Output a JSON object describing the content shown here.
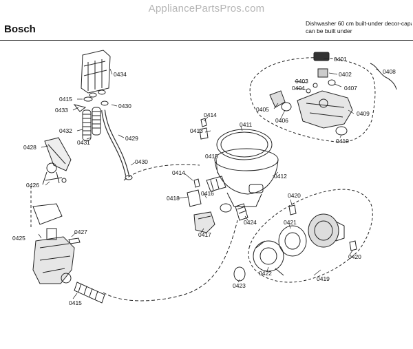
{
  "watermark": "AppliancePartsPros.com",
  "brand": "Bosch",
  "description": [
    "Dishwasher 60 cm built-under decor-capab",
    "can be built under"
  ],
  "parts": {
    "p0401": "0401",
    "p0402": "0402",
    "p0403": "0403",
    "p0404": "0404",
    "p0405": "0405",
    "p0406": "0406",
    "p0407": "0407",
    "p0408": "0408",
    "p0409": "0409",
    "p0410": "0410",
    "p0411": "0411",
    "p0412": "0412",
    "p0413": "0413",
    "p0414a": "0414",
    "p0414b": "0414",
    "p0415a": "0415",
    "p0415b": "0415",
    "p0415c": "0415",
    "p0416": "0416",
    "p0417": "0417",
    "p0418": "0418",
    "p0419": "0419",
    "p0420a": "0420",
    "p0420b": "0420",
    "p0421": "0421",
    "p0422": "0422",
    "p0423": "0423",
    "p0424": "0424",
    "p0425": "0425",
    "p0426": "0426",
    "p0427": "0427",
    "p0428": "0428",
    "p0429": "0429",
    "p0430a": "0430",
    "p0430b": "0430",
    "p0431": "0431",
    "p0432": "0432",
    "p0433": "0433",
    "p0434": "0434"
  }
}
